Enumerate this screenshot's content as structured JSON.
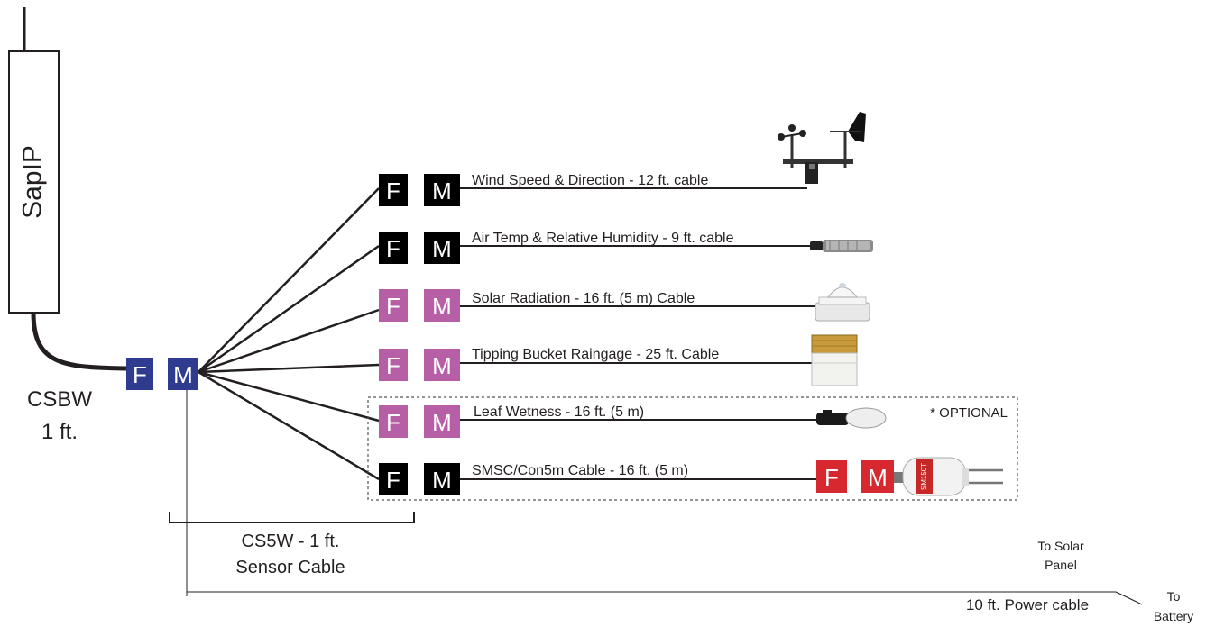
{
  "logger": {
    "name": "SapIP"
  },
  "csbw_cable": {
    "line1": "CSBW",
    "line2": "1 ft."
  },
  "hub_connector": {
    "female": "F",
    "male": "M",
    "color": "#2e3b8f"
  },
  "sensors": [
    {
      "label": "Wind Speed & Direction - 12 ft. cable",
      "female": "F",
      "male": "M",
      "color": "#000000",
      "icon": "anemometer-wind-vane-icon"
    },
    {
      "label": "Air Temp & Relative Humidity - 9 ft. cable",
      "female": "F",
      "male": "M",
      "color": "#000000",
      "icon": "temp-rh-probe-icon"
    },
    {
      "label": "Solar Radiation - 16 ft. (5 m) Cable",
      "female": "F",
      "male": "M",
      "color": "#b75fa6",
      "icon": "pyranometer-icon"
    },
    {
      "label": "Tipping Bucket Raingage - 25 ft. Cable",
      "female": "F",
      "male": "M",
      "color": "#b75fa6",
      "icon": "rain-gauge-icon"
    },
    {
      "label": "Leaf Wetness - 16 ft. (5 m)",
      "female": "F",
      "male": "M",
      "color": "#b75fa6",
      "icon": "leaf-wetness-sensor-icon"
    },
    {
      "label": "SMSC/Con5m Cable - 16 ft. (5 m)",
      "female": "F",
      "male": "M",
      "color": "#000000",
      "icon": "soil-moisture-probe-icon"
    }
  ],
  "optional_note": "* OPTIONAL",
  "soil_connector": {
    "female": "F",
    "male": "M",
    "color": "#d7282f",
    "probe_text": "SM150T"
  },
  "cs5w_cable": {
    "line1": "CS5W - 1 ft.",
    "line2": "Sensor Cable"
  },
  "power": {
    "cable_label": "10 ft. Power cable",
    "solar_line1": "To Solar",
    "solar_line2": "Panel",
    "battery_line1": "To",
    "battery_line2": "Battery"
  }
}
